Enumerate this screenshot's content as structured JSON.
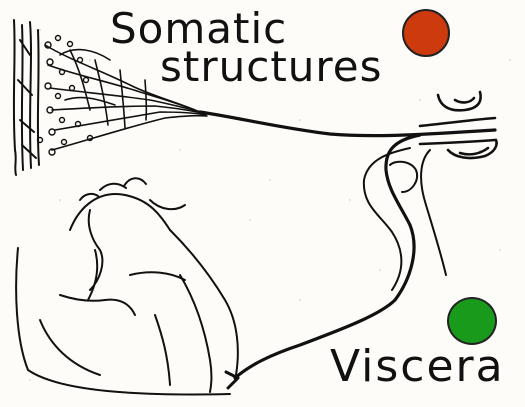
{
  "labels": {
    "somatic_line1": "Somatic",
    "somatic_line2": "structures",
    "viscera": "Viscera"
  },
  "markers": {
    "somatic_color": "#cc3a0e",
    "viscera_color": "#1a9a1a"
  }
}
